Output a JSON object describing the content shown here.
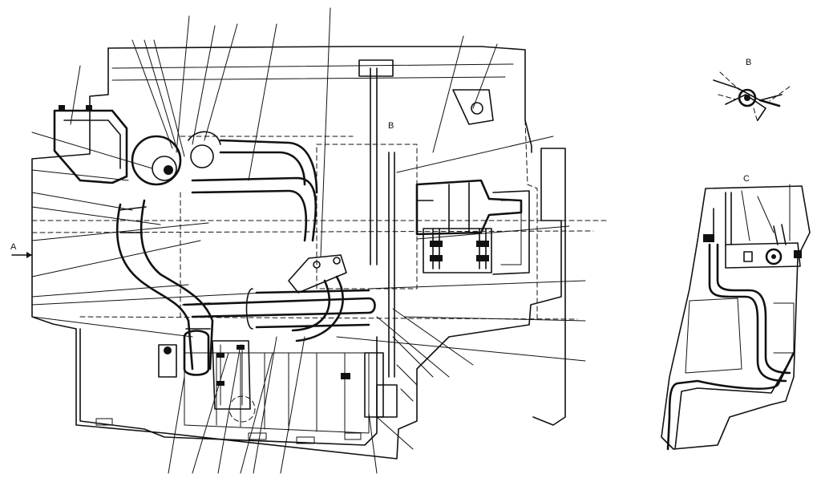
{
  "views": {
    "main": {
      "arrow_label": "A",
      "detail_label": "B"
    },
    "detail_b": {
      "label": "B"
    },
    "detail_c": {
      "label": "C"
    }
  }
}
